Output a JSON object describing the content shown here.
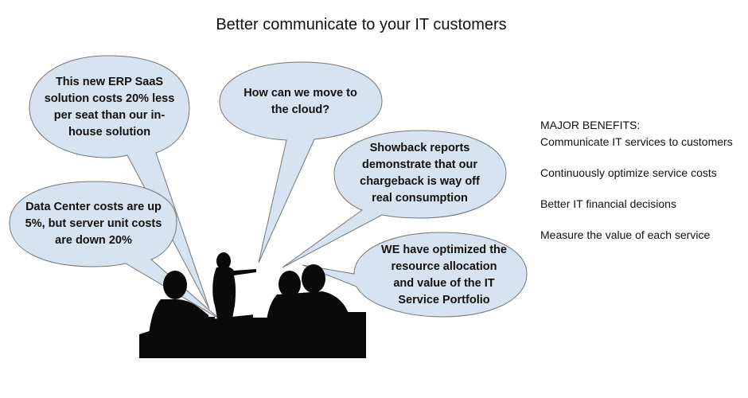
{
  "title": "Better communicate to your IT customers",
  "bubbles": [
    {
      "name": "erp-saas",
      "text": "This new ERP SaaS solution costs 20% less per seat than our in-house solution"
    },
    {
      "name": "cloud",
      "text": "How can we move to the cloud?"
    },
    {
      "name": "showback",
      "text": "Showback reports demonstrate that our chargeback is way off real consumption"
    },
    {
      "name": "data-center",
      "text": "Data Center costs are up 5%, but server unit costs are down 20%"
    },
    {
      "name": "optimized",
      "text": "WE have optimized the resource allocation and value of the IT Service Portfolio"
    }
  ],
  "benefits": {
    "heading": "MAJOR BENEFITS:",
    "items": [
      "Communicate IT services to customers",
      "Continuously optimize service costs",
      "Better IT financial decisions",
      "Measure the value of each service"
    ]
  },
  "colors": {
    "bubble_fill": "#d6e3f1",
    "bubble_stroke": "#777777",
    "silhouette": "#0a0a0a"
  }
}
